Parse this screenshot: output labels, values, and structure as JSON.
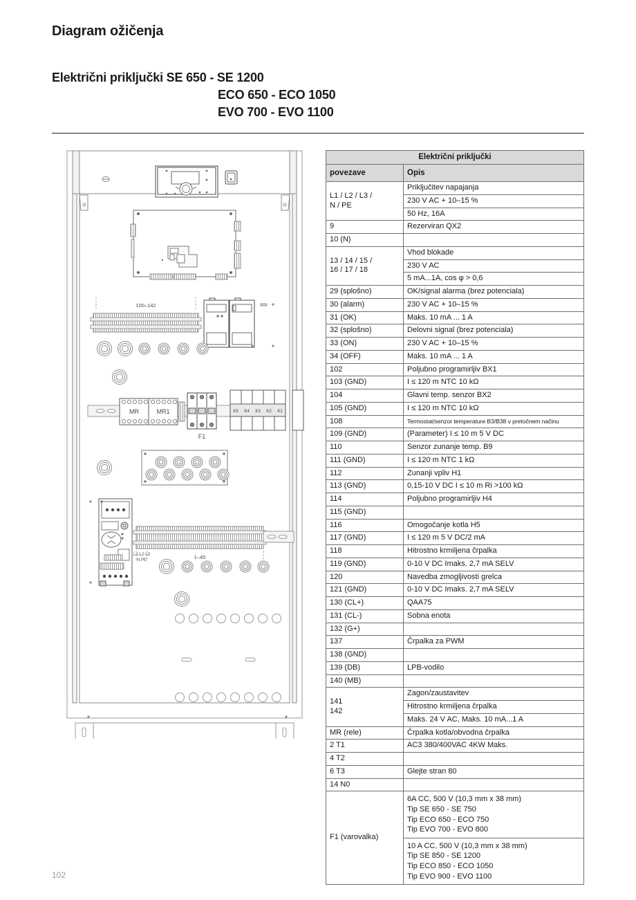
{
  "document": {
    "title": "Diagram ožičenja",
    "subtitle_lines": [
      "Električni priključki SE 650 - SE 1200",
      "ECO 650 - ECO 1050",
      "EVO 700 - EVO 1100"
    ],
    "page_number": "102"
  },
  "diagram": {
    "name": "wiring-cabinet-diagram",
    "labels": {
      "terminal_strip_upper": "100–142",
      "terminal_strip_lower": "1–45",
      "power_terminals": "L1-L2-L3\nN PE",
      "fuse": "F1",
      "relay_1": "MR",
      "relay_2": "MR1",
      "contactors": [
        "K5",
        "K4",
        "K3",
        "K2",
        "K1"
      ]
    }
  },
  "table": {
    "title": "Električni priključki",
    "columns": {
      "terminals": "povezave",
      "description": "Opis"
    },
    "groups": [
      {
        "terminal": "L1 / L2 /  L3 /\nN /  PE",
        "rows": [
          "Priključitev napajanja",
          "230 V AC + 10–15 %",
          "50 Hz, 16A"
        ]
      },
      {
        "terminal": "9",
        "terminal2": "10 (N)",
        "rows": [
          "Rezerviran QX2",
          ""
        ]
      },
      {
        "terminal": "13 / 14 / 15 /\n16 / 17  / 18",
        "rows": [
          "Vhod blokade",
          "230 V AC",
          "5 mA...1A, cos φ > 0,6"
        ]
      },
      {
        "terminals": [
          "29  (splošno)",
          "30  (alarm)",
          "31    (OK)"
        ],
        "rows": [
          "OK/signal alarma (brez potenciala)",
          "230 V AC + 10–15 %",
          "Maks. 10 mA ... 1 A"
        ]
      },
      {
        "terminals": [
          "32 (splošno)",
          "33  (ON)",
          "34  (OFF)"
        ],
        "rows": [
          "Delovni signal (brez potenciala)",
          "230 V AC + 10–15 %",
          "Maks. 10 mA ... 1 A"
        ]
      },
      {
        "terminals": [
          "102",
          "103 (GND)"
        ],
        "rows": [
          "Poljubno programirljiv BX1",
          "I ≤ 120 m  NTC 10 kΩ"
        ]
      },
      {
        "terminals": [
          "104",
          "105 (GND)"
        ],
        "rows": [
          "Glavni temp. senzor BX2",
          "I ≤ 120 m  NTC 10 kΩ"
        ]
      },
      {
        "terminals": [
          "108",
          "109 (GND)"
        ],
        "rows": [
          "Termostat/senzor temperature B3/B38 v pretočnem načinu",
          "(Parameter) I ≤ 10 m 5 V DC"
        ]
      },
      {
        "terminals": [
          "110",
          "111 (GND)"
        ],
        "rows": [
          "Senzor zunanje temp. B9",
          "I ≤ 120 m  NTC 1 kΩ"
        ]
      },
      {
        "terminals": [
          "112",
          "113 (GND)"
        ],
        "rows": [
          "Zunanji vpliv H1",
          "0,15-10 V DC I ≤ 10 m Ri >100 kΩ"
        ]
      },
      {
        "terminals": [
          "114",
          "115 (GND)"
        ],
        "rows": [
          "Poljubno programirljiv H4",
          ""
        ]
      },
      {
        "terminals": [
          "116",
          "117 (GND)"
        ],
        "rows": [
          "Omogočanje kotla H5",
          "I ≤ 120 m 5 V DC/2 mA"
        ]
      },
      {
        "terminals": [
          "118",
          "119 (GND)"
        ],
        "rows": [
          "Hitrostno krmiljena črpalka",
          "0-10 V DC Imaks. 2,7 mA SELV"
        ]
      },
      {
        "terminals": [
          "120",
          "121 (GND)"
        ],
        "rows": [
          "Navedba zmogljivosti grelca",
          "0-10 V DC Imaks. 2,7 mA SELV"
        ]
      },
      {
        "terminals": [
          "130 (CL+)",
          "131 (CL-)",
          "132 (G+)"
        ],
        "rows": [
          "QAA75",
          "Sobna enota",
          ""
        ]
      },
      {
        "terminals": [
          "137",
          "138 (GND)"
        ],
        "rows": [
          "Črpalka za PWM",
          ""
        ]
      },
      {
        "terminals": [
          "139 (DB)",
          "140 (MB)"
        ],
        "rows": [
          "LPB-vodilo",
          ""
        ]
      },
      {
        "terminal": "141\n142",
        "rows": [
          "Zagon/zaustavitev",
          "Hitrostno krmiljena črpalka",
          "Maks. 24 V AC, Maks. 10 mA...1 A"
        ]
      },
      {
        "terminals": [
          "MR (rele)",
          "2 T1",
          "4 T2",
          "6 T3",
          "14 N0"
        ],
        "rows": [
          "Črpalka kotla/obvodna črpalka",
          "AC3 380/400VAC 4KW Maks.",
          "",
          "Glejte stran 80",
          ""
        ]
      },
      {
        "terminal": "F1 (varovalka)",
        "rows": [
          "6A CC, 500 V (10,3 mm x 38 mm)\nTip SE 650 - SE 750\nTip ECO 650 - ECO 750\nTip EVO 700 - EVO 800",
          "10 A CC, 500 V (10,3 mm x 38 mm)\nTip SE 850 - SE 1200\nTip ECO 850 - ECO 1050\nTip EVO 900 - EVO 1100"
        ]
      }
    ]
  }
}
